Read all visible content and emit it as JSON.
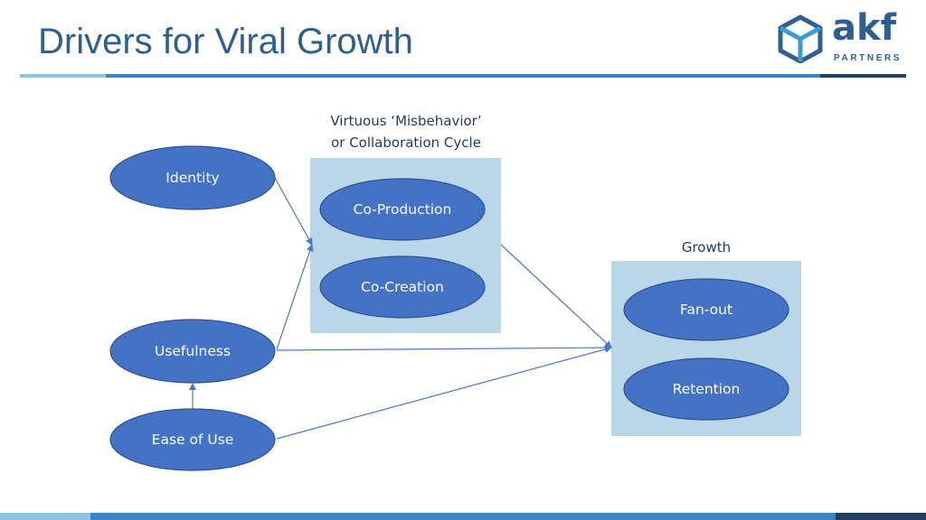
{
  "title": "Drivers for Viral Growth",
  "logo": {
    "word": "akf",
    "sub": "PARTNERS",
    "icon": "cube-icon"
  },
  "colors": {
    "title": "#2e5f8f",
    "node_fill": "#4472c4",
    "node_stroke": "#2f528f",
    "group_fill": "#bad7ea",
    "edge": "#4a78c8",
    "rule_light": "#8fc3e6",
    "rule_mid": "#3c83c3",
    "rule_dark": "#1f3f63"
  },
  "groups": {
    "cycle": {
      "label_line1": "Virtuous ‘Misbehavior’",
      "label_line2": "or Collaboration Cycle"
    },
    "growth": {
      "label": "Growth"
    }
  },
  "nodes": {
    "identity": "Identity",
    "usefulness": "Usefulness",
    "ease_of_use": "Ease of Use",
    "co_production": "Co-Production",
    "co_creation": "Co-Creation",
    "fan_out": "Fan-out",
    "retention": "Retention"
  }
}
